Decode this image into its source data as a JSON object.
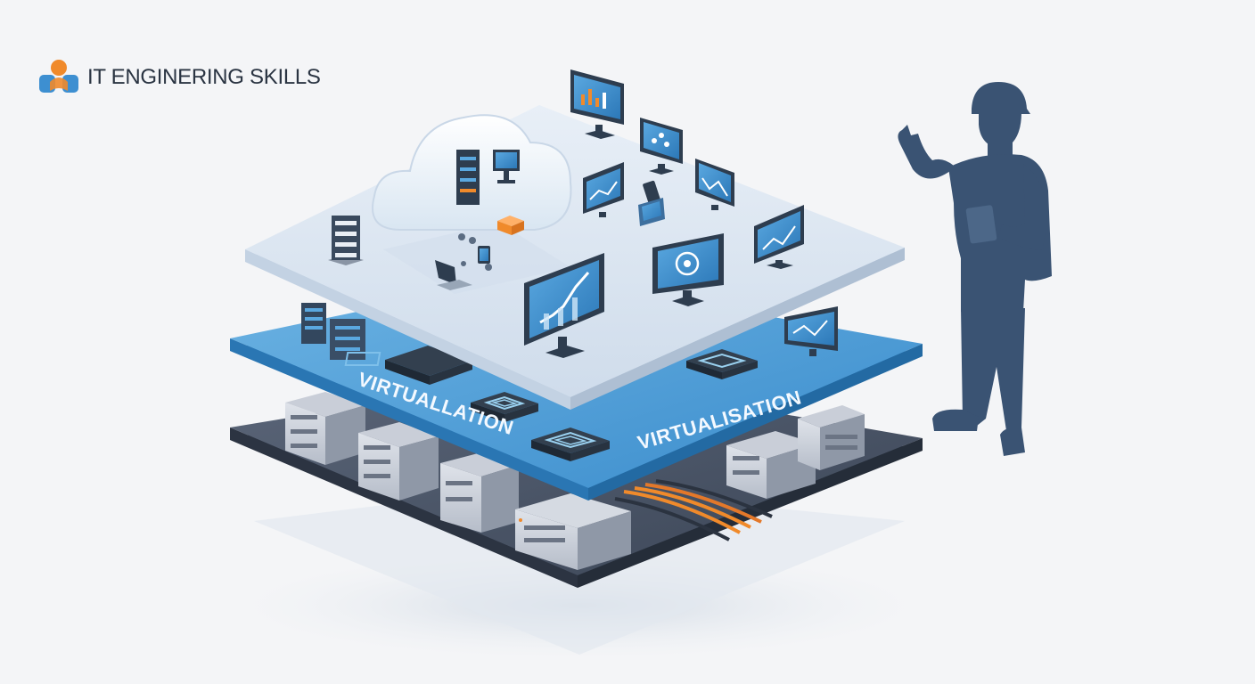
{
  "brand": {
    "name": "IT ENGINERING SKILLS",
    "icon": "user-group-logo-icon",
    "colors": {
      "orange": "#f08a2b",
      "blue": "#3d8fd1"
    }
  },
  "layers": {
    "top": {
      "name": "application-layer",
      "items": [
        "cloud-icon",
        "server-tower-icon",
        "monitor-icon",
        "chart-monitor-icon",
        "mobile-device-icon"
      ]
    },
    "middle": {
      "name": "virtualization-layer",
      "labels": [
        "VIRTUALLATION",
        "VIRTUALISATION"
      ]
    },
    "bottom": {
      "name": "hardware-layer",
      "items": [
        "server-rack-icon",
        "cable-bundle-icon"
      ]
    }
  },
  "figure": {
    "icon": "engineer-silhouette-icon",
    "color": "#3a5373"
  },
  "palette": {
    "top_layer": "#dfe9f4",
    "middle_layer": "#4d9ed6",
    "bottom_layer": "#4b5567",
    "accent_orange": "#f08a2b"
  }
}
